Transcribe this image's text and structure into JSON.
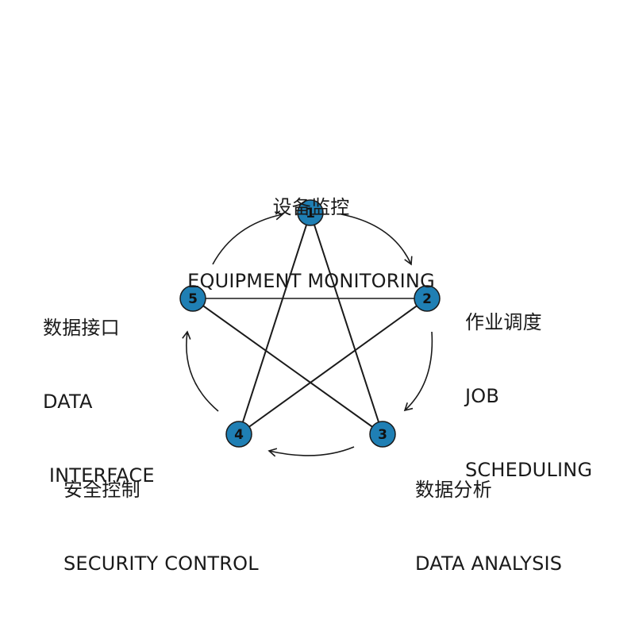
{
  "colors": {
    "node_fill": "#1f7fb4",
    "line": "#1a1a1a",
    "background": "#ffffff"
  },
  "nodes": [
    {
      "id": "1",
      "title_cn": "设备监控",
      "title_en": "EQUIPMENT MONITORING"
    },
    {
      "id": "2",
      "title_cn": "作业调度",
      "title_en_1": "JOB",
      "title_en_2": "SCHEDULING"
    },
    {
      "id": "3",
      "title_cn": "数据分析",
      "title_en": "DATA ANALYSIS"
    },
    {
      "id": "4",
      "title_cn": "安全控制",
      "title_en": "SECURITY CONTROL"
    },
    {
      "id": "5",
      "title_cn": "数据接口",
      "title_en_1": "DATA",
      "title_en_2": " INTERFACE"
    }
  ],
  "edges": [
    [
      "1",
      "3"
    ],
    [
      "1",
      "4"
    ],
    [
      "5",
      "2"
    ],
    [
      "5",
      "3"
    ],
    [
      "2",
      "4"
    ]
  ],
  "cycle_arrows": [
    [
      "5",
      "1"
    ],
    [
      "1",
      "2"
    ],
    [
      "2",
      "3"
    ],
    [
      "3",
      "4"
    ],
    [
      "4",
      "5"
    ]
  ]
}
